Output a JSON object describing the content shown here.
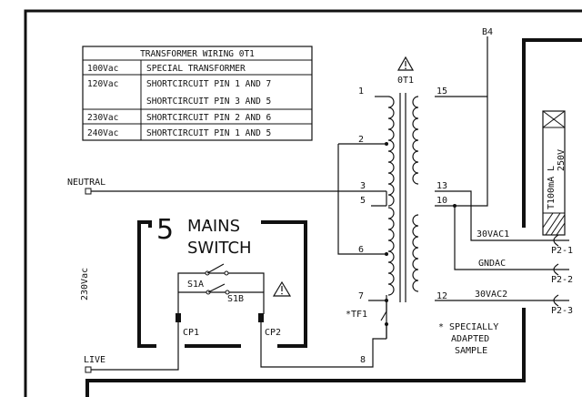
{
  "table": {
    "title": "TRANSFORMER WIRING 0T1",
    "rows": [
      {
        "voltage": "100Vac",
        "desc": "SPECIAL TRANSFORMER"
      },
      {
        "voltage": "120Vac",
        "desc": "SHORTCIRCUIT PIN 1 AND 7"
      },
      {
        "voltage": "",
        "desc": "SHORTCIRCUIT PIN 3 AND 5"
      },
      {
        "voltage": "230Vac",
        "desc": "SHORTCIRCUIT PIN 2 AND 6"
      },
      {
        "voltage": "240Vac",
        "desc": "SHORTCIRCUIT PIN 1 AND 5"
      }
    ]
  },
  "transformer": {
    "name": "0T1",
    "tf_label": "*TF1",
    "pins": {
      "p1": "1",
      "p2": "2",
      "p3": "3",
      "p5": "5",
      "p6": "6",
      "p7": "7",
      "p8": "8",
      "p10": "10",
      "p12": "12",
      "p13": "13",
      "p15": "15"
    }
  },
  "labels": {
    "neutral": "NEUTRAL",
    "live": "LIVE",
    "supply": "230Vac",
    "b4": "B4",
    "mains_number": "5",
    "mains_line1": "MAINS",
    "mains_line2": "SWITCH",
    "s1a": "S1A",
    "s1b": "S1B",
    "cp1": "CP1",
    "cp2": "CP2",
    "vac1": "30VAC1",
    "gndac": "GNDAC",
    "vac2": "30VAC2",
    "p2_1": "P2-1",
    "p2_2": "P2-2",
    "p2_3": "P2-3",
    "note_line1": "* SPECIALLY",
    "note_line2": "ADAPTED",
    "note_line3": "SAMPLE",
    "fuse_line1": "T100mA L",
    "fuse_line2": "250V"
  },
  "warning_symbol": "warning-triangle-icon"
}
